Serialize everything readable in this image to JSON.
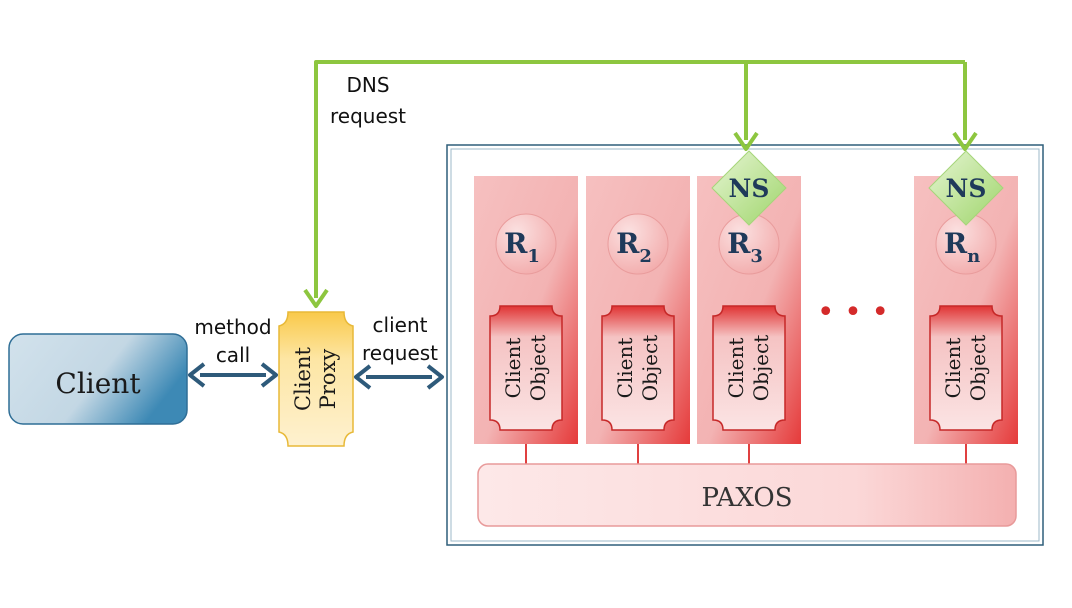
{
  "client": {
    "label": "Client"
  },
  "proxy": {
    "line1": "Client",
    "line2": "Proxy"
  },
  "labels": {
    "dns_line1": "DNS",
    "dns_line2": "request",
    "method_line1": "method",
    "method_line2": "call",
    "request_line1": "client",
    "request_line2": "request"
  },
  "replicas": [
    {
      "id": "R",
      "sub": "1",
      "object_line1": "Client",
      "object_line2": "Object",
      "has_ns": false
    },
    {
      "id": "R",
      "sub": "2",
      "object_line1": "Client",
      "object_line2": "Object",
      "has_ns": false
    },
    {
      "id": "R",
      "sub": "3",
      "object_line1": "Client",
      "object_line2": "Object",
      "has_ns": true
    },
    {
      "id": "R",
      "sub": "n",
      "object_line1": "Client",
      "object_line2": "Object",
      "has_ns": true
    }
  ],
  "ns_label": "NS",
  "paxos": {
    "label": "PAXOS"
  },
  "ellipsis": "• • •",
  "colors": {
    "dns_arrow": "#8dc63f",
    "bidir_arrow": "#2e5a7a",
    "replica_bg": "#f4b6b6",
    "replica_dark": "#e23b3b",
    "client_box": "#c9dbe7",
    "client_border": "#2f6e96",
    "proxy_fill": "#fde7a6",
    "proxy_border": "#e8b938",
    "ns_fill": "#bfe39a",
    "paxos_fill": "#fde0e0"
  }
}
